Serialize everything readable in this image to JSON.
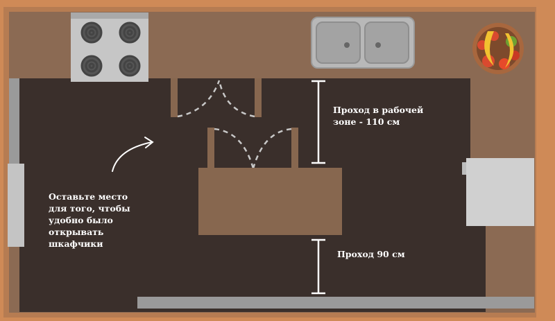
{
  "annotations": {
    "cabinet_note": [
      "Оставьте место",
      "для того, чтобы",
      "удобно было",
      "открывать",
      "шкафчики"
    ],
    "work_zone_passage": [
      "Проход в рабочей",
      "зоне - 110 см"
    ],
    "island_passage": "Проход 90 см"
  },
  "colors": {
    "wall": "#cf8a57",
    "counter": "#8b6a53",
    "floor": "#3a2f2b",
    "island": "#87674f",
    "appliance": "#c9c9c9",
    "annotation": "#ffffff"
  },
  "icons": [
    "stove-icon",
    "sink-icon",
    "fruit-bowl-icon",
    "arrow-icon"
  ]
}
